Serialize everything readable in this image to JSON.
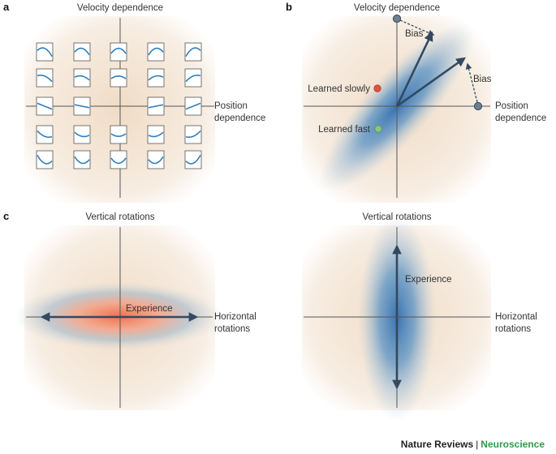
{
  "panels": {
    "a": {
      "letter": "a",
      "top_label": "Velocity dependence",
      "right_label_1": "Position",
      "right_label_2": "dependence"
    },
    "b": {
      "letter": "b",
      "top_label": "Velocity dependence",
      "right_label_1": "Position",
      "right_label_2": "dependence",
      "bias_label_1": "Bias",
      "bias_label_2": "Bias",
      "learned_slowly": "Learned slowly",
      "learned_fast": "Learned fast",
      "colors": {
        "slow_dot": "#e0533c",
        "fast_dot": "#8cc67a",
        "target_dot": "#6e7f90",
        "blob": "#3a7fbf"
      }
    },
    "c_left": {
      "letter": "c",
      "top_label": "Vertical rotations",
      "right_label_1": "Horizontal",
      "right_label_2": "rotations",
      "experience": "Experience",
      "colors": {
        "blob": "#f07050",
        "halo": "#6f9bb9"
      }
    },
    "c_right": {
      "top_label": "Vertical rotations",
      "right_label_1": "Horizontal",
      "right_label_2": "rotations",
      "experience": "Experience",
      "colors": {
        "blob": "#2f74b5"
      }
    }
  },
  "footer": {
    "journal": "Nature Reviews",
    "separator": "|",
    "section": "Neuroscience"
  },
  "colors": {
    "background_glow": "#f3e2cf",
    "curve": "#2f7fbf",
    "arrow": "#34495e"
  }
}
